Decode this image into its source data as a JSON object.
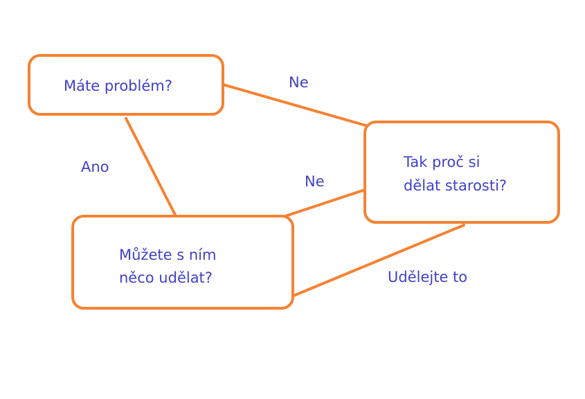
{
  "colors": {
    "node_border": "#F58232",
    "text": "#4141C8",
    "background": "#ffffff"
  },
  "nodes": {
    "problem": {
      "lines": [
        "Máte problém?"
      ]
    },
    "why_worry": {
      "lines": [
        "Tak proč si",
        "dělat starosti?"
      ]
    },
    "can_do": {
      "lines": [
        "Můžete s ním",
        "něco udělat?"
      ]
    }
  },
  "edges": {
    "problem_to_why": {
      "label": "Ne"
    },
    "problem_to_cando": {
      "label": "Ano"
    },
    "cando_to_why_no": {
      "label": "Ne"
    },
    "cando_to_why_do": {
      "label": "Udělejte to"
    }
  }
}
